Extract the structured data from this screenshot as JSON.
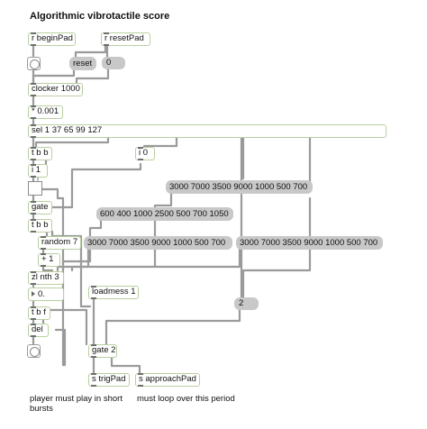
{
  "patch": {
    "title": "Algorithmic vibrotactile score",
    "comments": {
      "left": "player must play in short bursts",
      "right": "must loop over this period"
    },
    "objects": {
      "r_beginpad": "r beginPad",
      "r_resetpad": "r resetPad",
      "clocker": "clocker 1000",
      "mul": "* 0.001",
      "sel": "sel 1 37 65 99 127",
      "tbb1": "t b b",
      "i1": "i 1",
      "i0": "i 0",
      "gate": "gate",
      "tbb2": "t b b",
      "random": "random 7",
      "plus1": "+ 1",
      "zlnth": "zl nth 3",
      "loadmess": "loadmess 1",
      "tbf": "t b f",
      "del": "del",
      "gate2": "gate 2",
      "s_trigpad": "s trigPad",
      "s_approachpad": "s approachPad"
    },
    "messages": {
      "reset": "reset",
      "seq_top": "3000 7000 3500 9000 1000 500 700",
      "seq_mid": "600 400 1000 2500 500 700 1050",
      "seq_a": "3000 7000 3500 9000 1000 500 700",
      "seq_b": "3000 7000 3500 9000 1000 500 700"
    },
    "numbers": {
      "zero_display": "0",
      "float_box": "0.",
      "two_display": "2"
    }
  }
}
